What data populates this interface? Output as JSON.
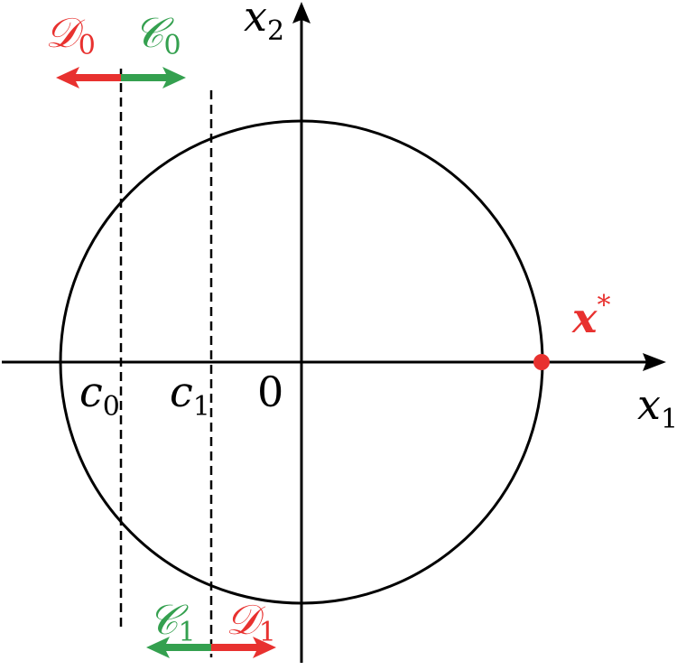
{
  "axes": {
    "x_label": "x",
    "x_sub": "1",
    "y_label": "x",
    "y_sub": "2",
    "origin_label": "0"
  },
  "thresholds": {
    "c0_label": "c",
    "c0_sub": "0",
    "c1_label": "c",
    "c1_sub": "1"
  },
  "regions": {
    "top_left_label": "𝒟",
    "top_left_sub": "0",
    "top_right_label": "𝒞",
    "top_right_sub": "0",
    "bottom_left_label": "𝒞",
    "bottom_left_sub": "1",
    "bottom_right_label": "𝒟",
    "bottom_right_sub": "1"
  },
  "optimum": {
    "label": "x",
    "sup": "*"
  },
  "colors": {
    "red": "#e8312f",
    "green": "#34a04f",
    "black": "#000000"
  }
}
